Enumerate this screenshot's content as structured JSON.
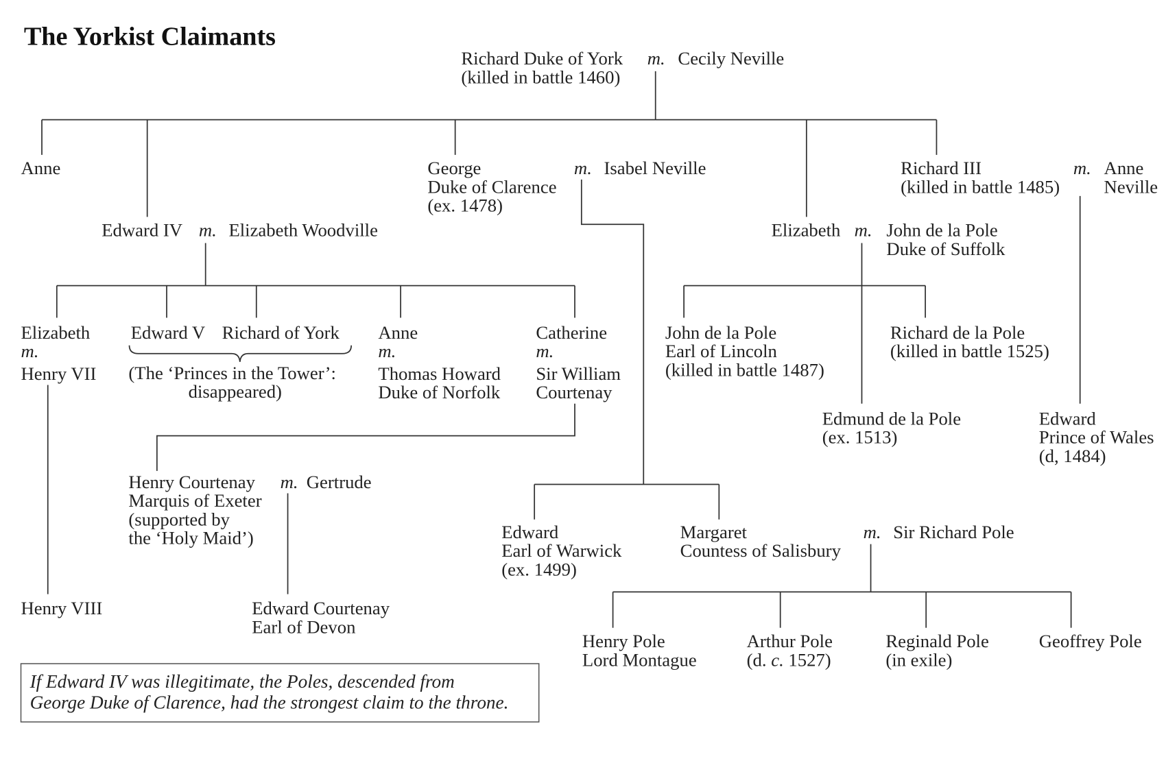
{
  "title": "The Yorkist Claimants",
  "marriage_marker": "m.",
  "people": {
    "richard_york": [
      "Richard Duke of York",
      "(killed in battle 1460)"
    ],
    "cecily": [
      "Cecily Neville"
    ],
    "anne_sister": [
      "Anne"
    ],
    "george": [
      "George",
      "Duke of Clarence",
      "(ex. 1478)"
    ],
    "isabel": [
      "Isabel Neville"
    ],
    "richard3": [
      "Richard III",
      "(killed in battle 1485)"
    ],
    "anne_neville": [
      "Anne",
      "Neville"
    ],
    "edward4": [
      "Edward IV"
    ],
    "elizabeth_woodville": [
      "Elizabeth Woodville"
    ],
    "elizabeth_york_sister": [
      "Elizabeth"
    ],
    "john_suffolk": [
      "John de la Pole",
      "Duke of Suffolk"
    ],
    "elizabeth_henry7": [
      "Elizabeth",
      "Henry VII"
    ],
    "edward5": [
      "Edward V"
    ],
    "richard_of_york": [
      "Richard of York"
    ],
    "princes_note": [
      "(The ‘Princes in the Tower’:",
      "disappeared)"
    ],
    "anne_howard": [
      "Anne",
      "Thomas Howard",
      "Duke of Norfolk"
    ],
    "catherine": [
      "Catherine",
      "Sir William",
      "Courtenay"
    ],
    "john_lincoln": [
      "John de la Pole",
      "Earl of Lincoln",
      "(killed in battle 1487)"
    ],
    "richard_de_la_pole": [
      "Richard de la Pole",
      "(killed in battle 1525)"
    ],
    "edmund_de_la_pole": [
      "Edmund de la Pole",
      "(ex. 1513)"
    ],
    "edward_prince_wales": [
      "Edward",
      "Prince of Wales",
      "(d, 1484)"
    ],
    "henry_courtenay": [
      "Henry Courtenay",
      "Marquis of Exeter",
      "(supported by",
      "the ‘Holy Maid’)"
    ],
    "gertrude": [
      "Gertrude"
    ],
    "edward_warwick": [
      "Edward",
      "Earl of Warwick",
      "(ex. 1499)"
    ],
    "margaret": [
      "Margaret",
      "Countess of Salisbury"
    ],
    "richard_pole": [
      "Sir Richard Pole"
    ],
    "henry8": [
      "Henry VIII"
    ],
    "edward_courtenay": [
      "Edward Courtenay",
      "Earl of Devon"
    ],
    "henry_pole": [
      "Henry Pole",
      "Lord Montague"
    ],
    "arthur_pole": [
      "Arthur Pole",
      "(d. ",
      "c.",
      " 1527)"
    ],
    "reginald_pole": [
      "Reginald Pole",
      "(in exile)"
    ],
    "geoffrey_pole": [
      "Geoffrey Pole"
    ]
  },
  "note": [
    "If Edward IV was illegitimate, the Poles, descended from",
    "George Duke of Clarence, had the strongest claim to the throne."
  ]
}
